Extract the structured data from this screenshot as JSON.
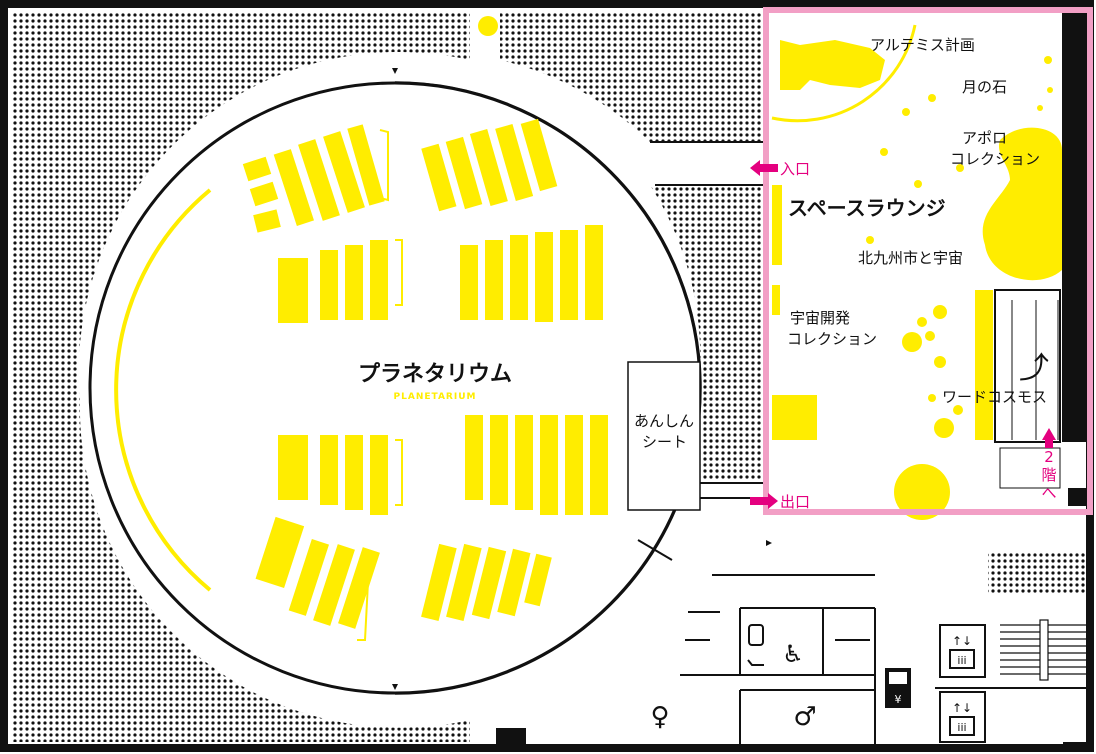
{
  "colors": {
    "accent_yellow": "#ffed00",
    "pink": "#e4007f",
    "frame_pink": "#f29fc5",
    "wall": "#111111"
  },
  "labels": {
    "artemis": "アルテミス計画",
    "moon_rock": "月の石",
    "apollo_line1": "アポロ",
    "apollo_line2": "コレクション",
    "entrance": "入口",
    "space_lounge": "スペースラウンジ",
    "kitakyushu": "北九州市と宇宙",
    "dev_line1": "宇宙開発",
    "dev_line2": "コレクション",
    "planetarium_jp": "プラネタリウム",
    "planetarium_en": "PLANETARIUM",
    "anshin_line1": "あんしん",
    "anshin_line2": "シート",
    "word_cosmos": "ワードコスモス",
    "to_2f_1": "2",
    "to_2f_2": "階",
    "to_2f_3": "へ",
    "exit": "出口"
  },
  "icons": [
    "escalator-icon",
    "elevator-icon",
    "toilet-male-icon",
    "toilet-female-icon",
    "accessible-toilet-icon",
    "baby-care-icon",
    "ticket-machine-icon",
    "entrance-arrow-icon",
    "exit-arrow-icon",
    "up-arrow-icon"
  ]
}
